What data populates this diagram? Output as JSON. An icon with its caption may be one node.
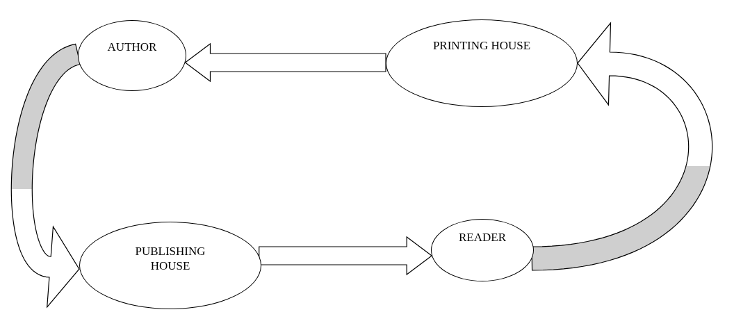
{
  "diagram": {
    "nodes": [
      {
        "text": [
          "AUTHOR"
        ]
      },
      {
        "text": [
          "PRINTING HOUSE"
        ]
      },
      {
        "text": [
          "PUBLISHING HOUSE"
        ]
      },
      {
        "text": [
          "READER"
        ]
      }
    ],
    "edges": [
      {
        "from": 0,
        "to": 2,
        "arrow": "to"
      },
      {
        "from": 2,
        "to": 3,
        "arrow": "to"
      },
      {
        "from": 3,
        "to": 1,
        "arrow": "to"
      },
      {
        "from": 1,
        "to": 0,
        "arrow": "to"
      }
    ]
  }
}
